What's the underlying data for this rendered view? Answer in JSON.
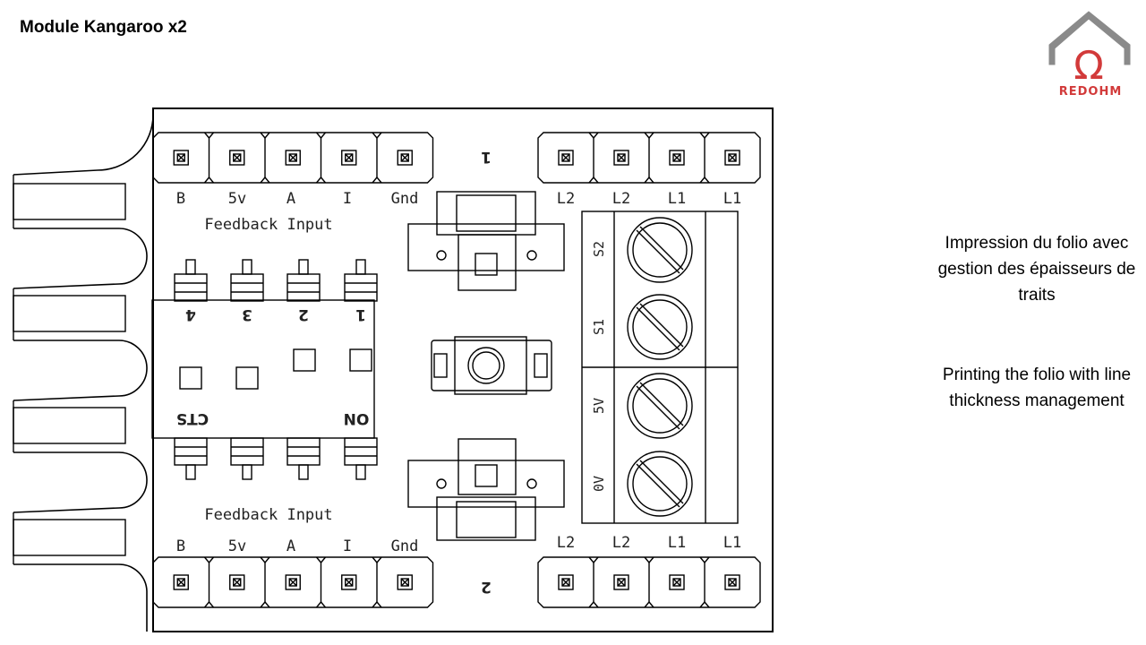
{
  "title": "Module Kangaroo x2",
  "caption_fr": "Impression du folio avec gestion des épaisseurs de traits",
  "caption_en": "Printing the folio with line thickness management",
  "logo_text": "REDOHM",
  "colors": {
    "logo": "#d23a3a",
    "roof": "#8a8a8a",
    "line": "#000000"
  },
  "board": {
    "feedback_top_label": "Feedback Input",
    "feedback_bottom_label": "Feedback Input",
    "top_left_pins": [
      "B",
      "5v",
      "A",
      "I",
      "Gnd"
    ],
    "bottom_left_pins": [
      "B",
      "5v",
      "A",
      "I",
      "Gnd"
    ],
    "top_right_pins": [
      "L2",
      "L2",
      "L1",
      "L1"
    ],
    "bottom_right_pins": [
      "L2",
      "L2",
      "L1",
      "L1"
    ],
    "channel_top": "1",
    "channel_bottom": "2",
    "dip_numbers": [
      "4",
      "3",
      "2",
      "1"
    ],
    "dip_off": "CTS",
    "dip_on": "ON",
    "terminals": [
      "S2",
      "S1",
      "5V",
      "0V"
    ]
  }
}
